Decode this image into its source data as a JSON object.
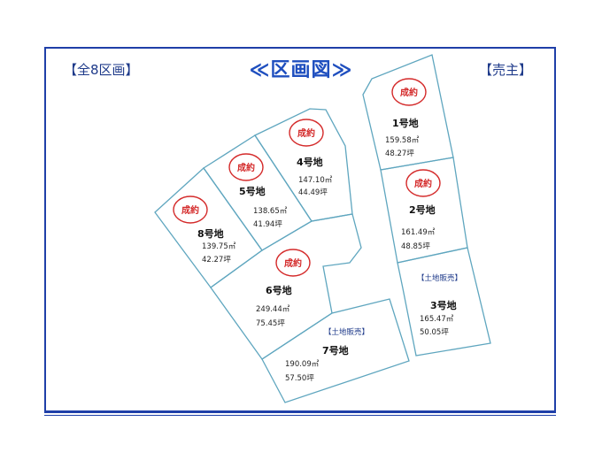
{
  "header": {
    "left_label": "【全8区画】",
    "title": "≪区画図≫",
    "right_label": "【売主】"
  },
  "colors": {
    "frame": "#1f3fa8",
    "lot_border": "#5fa6bf",
    "stamp": "#d42a2a",
    "title": "#1f4fbf"
  },
  "lots": [
    {
      "id": 1,
      "name": "1号地",
      "sqm": "159.58㎡",
      "tsubo": "48.27坪",
      "stamp": "成約",
      "sale": ""
    },
    {
      "id": 2,
      "name": "2号地",
      "sqm": "161.49㎡",
      "tsubo": "48.85坪",
      "stamp": "成約",
      "sale": ""
    },
    {
      "id": 3,
      "name": "3号地",
      "sqm": "165.47㎡",
      "tsubo": "50.05坪",
      "stamp": "",
      "sale": "【土地販売】"
    },
    {
      "id": 4,
      "name": "4号地",
      "sqm": "147.10㎡",
      "tsubo": "44.49坪",
      "stamp": "成約",
      "sale": ""
    },
    {
      "id": 5,
      "name": "5号地",
      "sqm": "138.65㎡",
      "tsubo": "41.94坪",
      "stamp": "成約",
      "sale": ""
    },
    {
      "id": 6,
      "name": "6号地",
      "sqm": "249.44㎡",
      "tsubo": "75.45坪",
      "stamp": "成約",
      "sale": ""
    },
    {
      "id": 7,
      "name": "7号地",
      "sqm": "190.09㎡",
      "tsubo": "57.50坪",
      "stamp": "",
      "sale": "【土地販売】"
    },
    {
      "id": 8,
      "name": "8号地",
      "sqm": "139.75㎡",
      "tsubo": "42.27坪",
      "stamp": "成約",
      "sale": ""
    }
  ]
}
